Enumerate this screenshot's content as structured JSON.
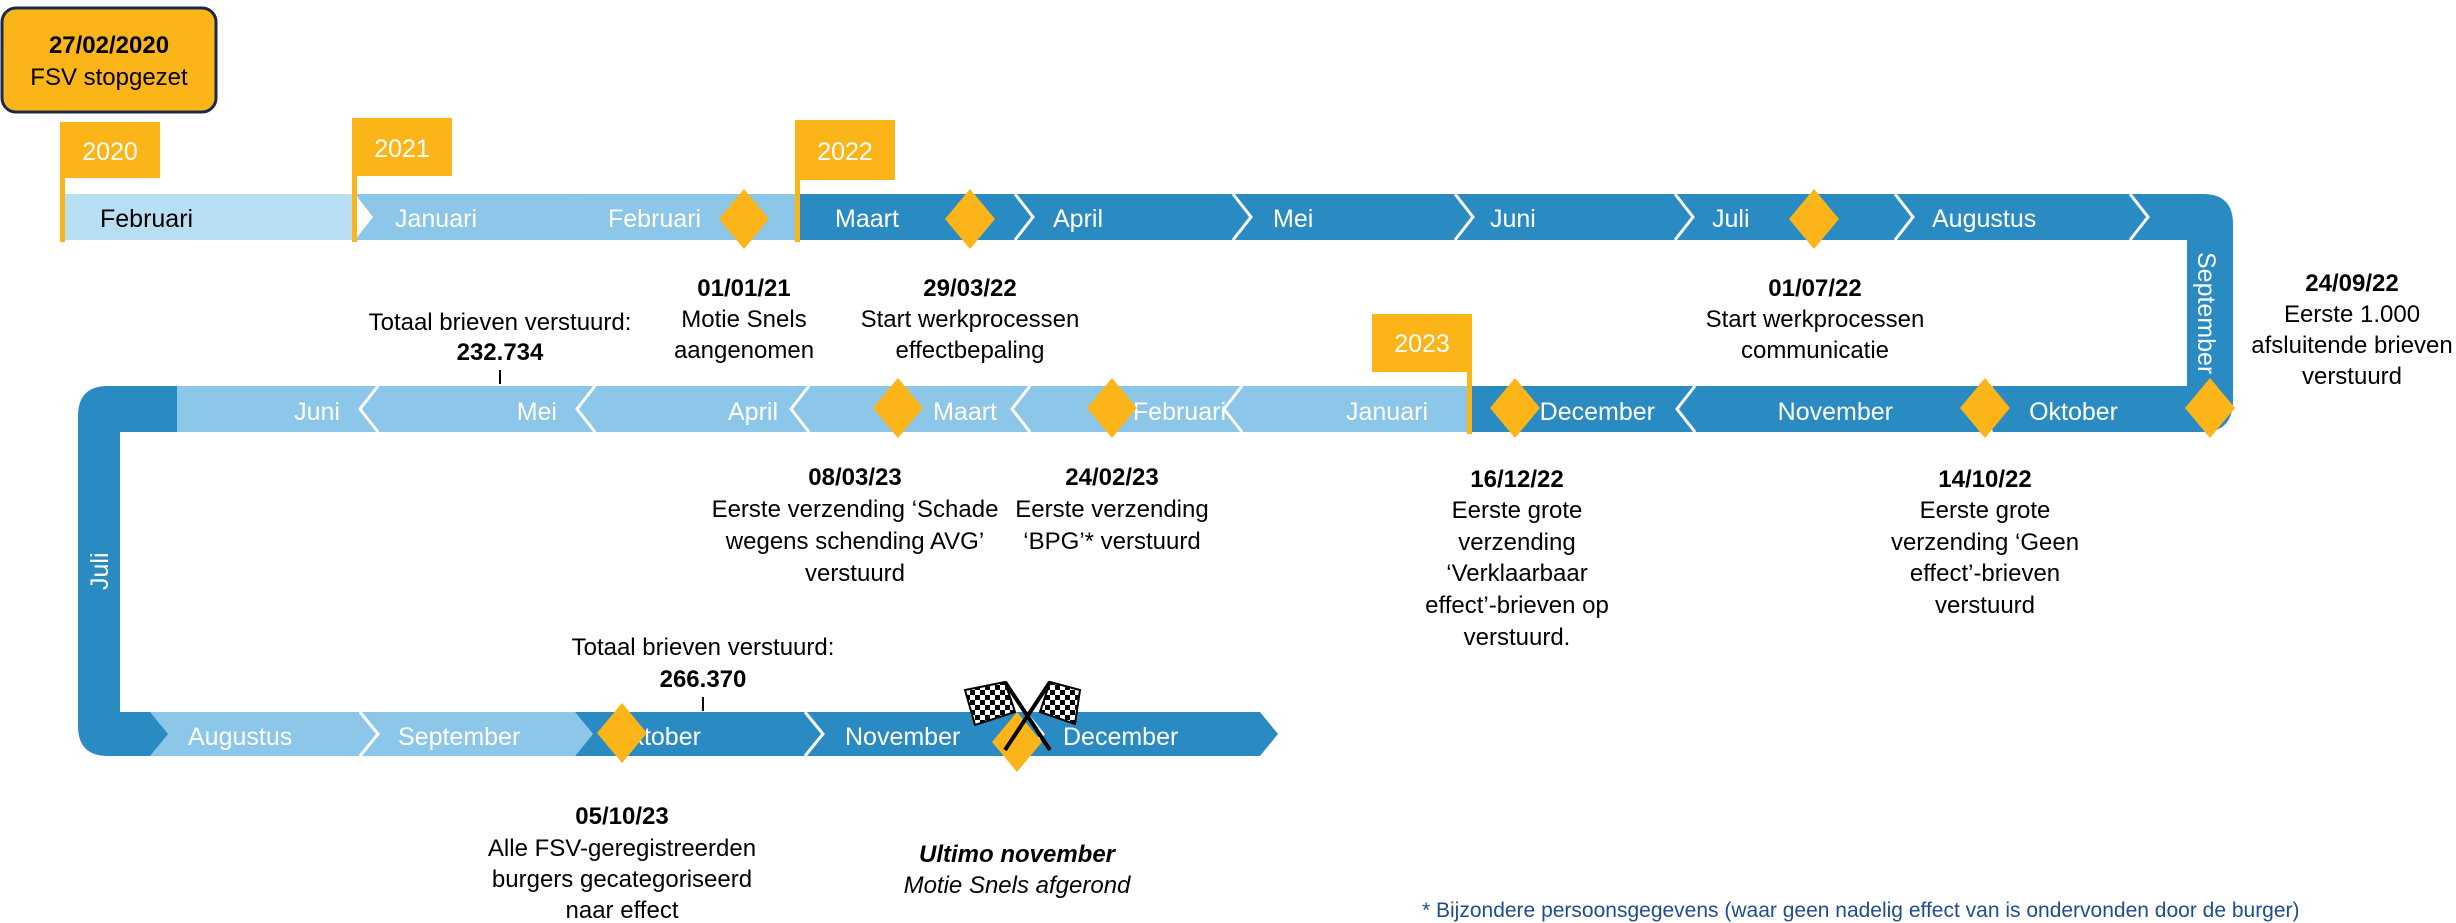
{
  "start_box": {
    "date": "27/02/2020",
    "label": "FSV stopgezet"
  },
  "years": [
    "2020",
    "2021",
    "2022",
    "2023"
  ],
  "row1_months": [
    "Februari",
    "Januari",
    "Februari",
    "Maart",
    "April",
    "Mei",
    "Juni",
    "Juli",
    "Augustus"
  ],
  "side_months": {
    "right": "September",
    "left": "Juli"
  },
  "row2_months": [
    "Juni",
    "Mei",
    "April",
    "Maart",
    "Februari",
    "Januari",
    "December",
    "November",
    "Oktober"
  ],
  "row3_months": [
    "Augustus",
    "September",
    "Oktober",
    "November",
    "December"
  ],
  "events": {
    "e_2021": {
      "date": "01/01/21",
      "l1": "Motie Snels",
      "l2": "aangenomen"
    },
    "e_2022_03": {
      "date": "29/03/22",
      "l1": "Start werkprocessen",
      "l2": "effectbepaling"
    },
    "e_2022_07": {
      "date": "01/07/22",
      "l1": "Start werkprocessen",
      "l2": "communicatie"
    },
    "e_2022_09": {
      "date": "24/09/22",
      "l1": "Eerste 1.000",
      "l2": "afsluitende brieven",
      "l3": "verstuurd"
    },
    "e_2022_10": {
      "date": "14/10/22",
      "l1": "Eerste grote",
      "l2": "verzending ‘Geen",
      "l3": "effect’-brieven",
      "l4": "verstuurd"
    },
    "e_2022_12": {
      "date": "16/12/22",
      "l1": "Eerste grote",
      "l2": "verzending",
      "l3": "‘Verklaarbaar",
      "l4": "effect’-brieven op",
      "l5": "verstuurd."
    },
    "e_2023_02": {
      "date": "24/02/23",
      "l1": "Eerste verzending",
      "l2": "‘BPG’* verstuurd"
    },
    "e_2023_03": {
      "date": "08/03/23",
      "l1": "Eerste verzending ‘Schade",
      "l2": "wegens schending AVG’",
      "l3": "verstuurd"
    },
    "e_2023_10": {
      "date": "05/10/23",
      "l1": "Alle FSV-geregistreerden",
      "l2": "burgers gecategoriseerd",
      "l3": "naar effect"
    },
    "e_final": {
      "l1": "Ultimo november",
      "l2": "Motie Snels afgerond"
    }
  },
  "totals": {
    "may": {
      "label": "Totaal brieven verstuurd:",
      "value": "232.734"
    },
    "oct": {
      "label": "Totaal brieven verstuurd:",
      "value": "266.370"
    }
  },
  "footnote": "* Bijzondere persoonsgegevens (waar geen nadelig effect van is ondervonden door de burger)",
  "colors": {
    "dark_blue": "#2a8ac2",
    "mid_blue": "#8cc6e8",
    "light_blue": "#b8def3",
    "accent": "#fbb519",
    "footnote": "#1f4e8c"
  },
  "icons": {
    "finish": "checkered-flags-icon"
  }
}
